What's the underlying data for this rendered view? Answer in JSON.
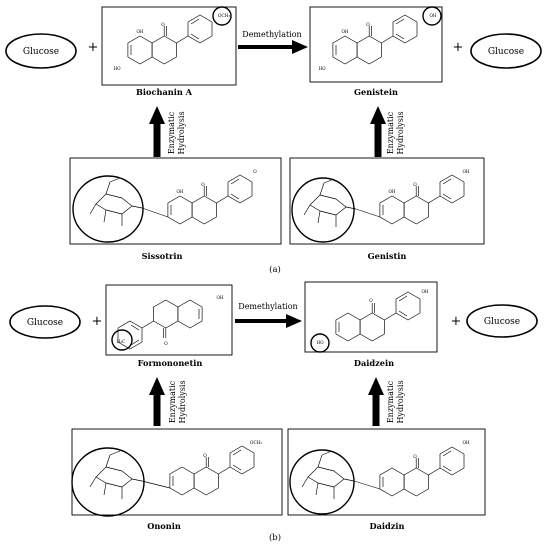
{
  "panel_a": {
    "label": "(a)",
    "glucose_left": "Glucose",
    "glucose_right": "Glucose",
    "plus": "+",
    "reaction_label": "Demethylation",
    "hydrolysis_line1": "Enzymatic",
    "hydrolysis_line2": "Hydrolysis",
    "compounds": {
      "biochanin": "Biochanin A",
      "genistein": "Genistein",
      "sissotrin": "Sissotrin",
      "genistin": "Genistin"
    }
  },
  "panel_b": {
    "label": "(b)",
    "glucose_left": "Glucose",
    "glucose_right": "Glucose",
    "plus": "+",
    "reaction_label": "Demethylation",
    "hydrolysis_line1": "Enzymatic",
    "hydrolysis_line2": "Hydrolysis",
    "compounds": {
      "formononetin": "Formononetin",
      "daidzein": "Daidzein",
      "ononin": "Ononin",
      "daidzin": "Daidzin"
    }
  },
  "atoms": {
    "OH": "OH",
    "HO": "HO",
    "O": "O",
    "OCH3": "OCH₃",
    "H3C": "H₃C"
  }
}
